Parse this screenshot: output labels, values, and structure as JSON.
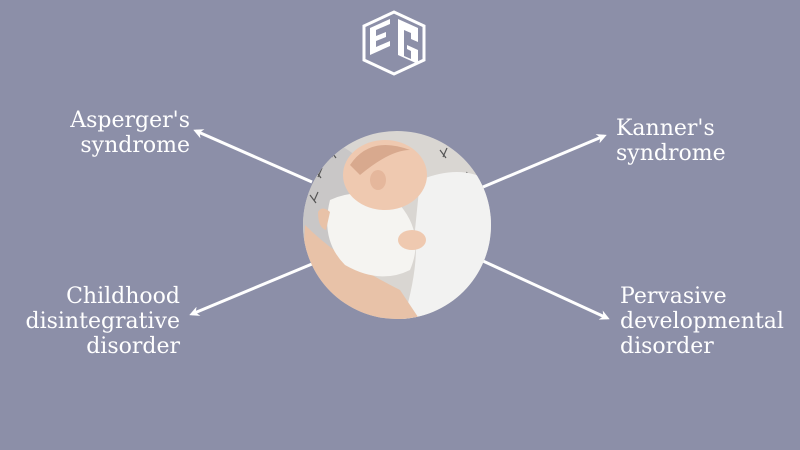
{
  "logo": {
    "name": "cube-logo-icon",
    "color": "#ffffff"
  },
  "center_image": {
    "subject": "photo-of-breastfeeding-baby"
  },
  "nodes": {
    "top_left": [
      "Asperger's",
      "syndrome"
    ],
    "top_right": [
      "Kanner's",
      "syndrome"
    ],
    "bottom_left": [
      "Childhood",
      "disintegrative",
      "disorder"
    ],
    "bottom_right": [
      "Pervasive",
      "developmental",
      "disorder"
    ]
  },
  "colors": {
    "background": "#8c8fa8",
    "arrow": "#ffffff",
    "text": "#ffffff"
  }
}
